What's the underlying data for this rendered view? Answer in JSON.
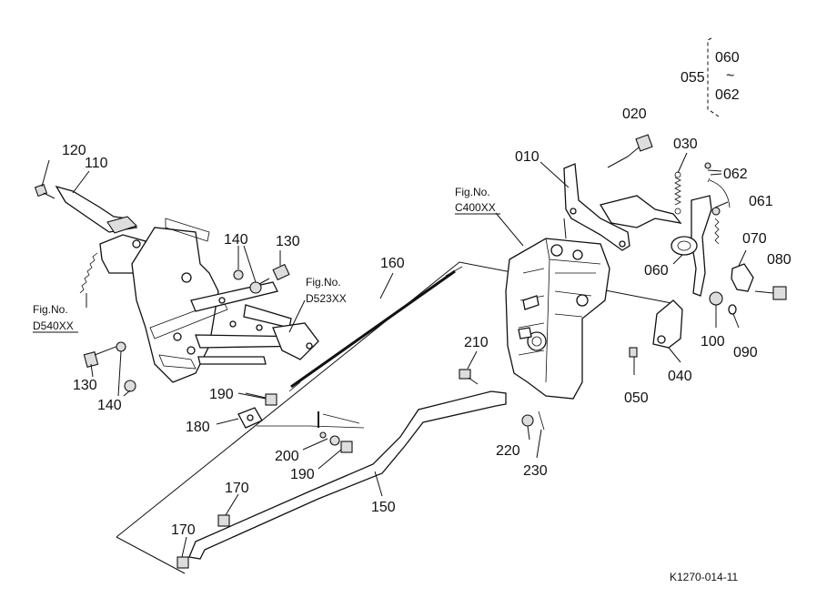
{
  "labels": {
    "p010": "010",
    "p020": "020",
    "p030": "030",
    "p040": "040",
    "p050": "050",
    "p055": "055",
    "p060a": "060",
    "p060b": "060",
    "p061": "061",
    "p062a": "062",
    "p062b": "062",
    "p070": "070",
    "p080": "080",
    "p090": "090",
    "p100": "100",
    "p110": "110",
    "p120": "120",
    "p130a": "130",
    "p130b": "130",
    "p140a": "140",
    "p140b": "140",
    "p150": "150",
    "p160": "160",
    "p170a": "170",
    "p170b": "170",
    "p180": "180",
    "p190a": "190",
    "p190b": "190",
    "p200": "200",
    "p210": "210",
    "p220": "220",
    "p230": "230"
  },
  "range_055": {
    "from": "060",
    "tilde": "~",
    "to": "062"
  },
  "fig_refs": {
    "c400": {
      "line1": "Fig.No.",
      "line2": "C400XX"
    },
    "d523": {
      "line1": "Fig.No.",
      "line2": "D523XX"
    },
    "d540": {
      "line1": "Fig.No.",
      "line2": "D540XX"
    }
  },
  "drawing_code": "K1270-014-11"
}
